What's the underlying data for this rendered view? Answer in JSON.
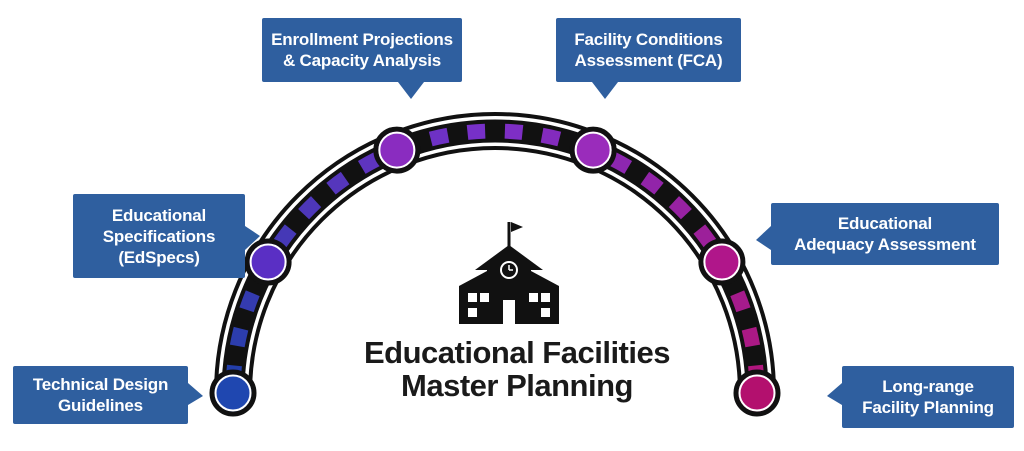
{
  "diagram": {
    "title": "Educational Facilities\nMaster Planning",
    "icon": "schoolhouse-icon",
    "colors": {
      "callout_bg": "#2f5f9f",
      "arc_outline": "#111111",
      "gradient_start": "#1f3fa8",
      "gradient_mid": "#7b2fc9",
      "gradient_end": "#b3157a"
    },
    "milestones": [
      {
        "label": "Technical Design\nGuidelines",
        "color": "#1f47b0"
      },
      {
        "label": "Educational\nSpecifications\n(EdSpecs)",
        "color": "#5a2fc4"
      },
      {
        "label": "Enrollment Projections\n& Capacity Analysis",
        "color": "#8a2cc0"
      },
      {
        "label": "Facility Conditions\nAssessment (FCA)",
        "color": "#9a2cbb"
      },
      {
        "label": "Educational\nAdequacy Assessment",
        "color": "#b0168a"
      },
      {
        "label": "Long-range\nFacility Planning",
        "color": "#b3106e"
      }
    ]
  }
}
